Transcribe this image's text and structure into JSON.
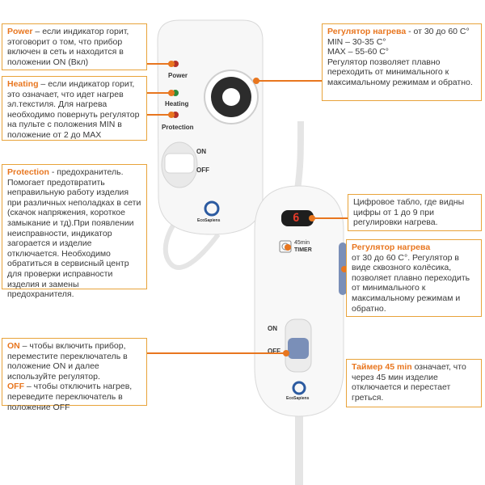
{
  "colors": {
    "accent": "#e8761f",
    "border": "#e8a33a",
    "led_red": "#b3312a",
    "led_green": "#2f8a3a",
    "slider_blue": "#7a8fb8"
  },
  "callouts": {
    "power": {
      "title": "Power",
      "text": " – если индикатор горит, этоговорит о том, что прибор включен в сеть и находится в положении ON (Вкл)"
    },
    "heating": {
      "title": "Heating",
      "text": " – если индикатор горит, это означает, что идет нагрев эл.текстиля. Для нагрева необходимо повернуть регулятор на пульте с положения MIN в положение от 2 до MAX"
    },
    "protection": {
      "title": "Protection",
      "text": " - предохранитель. Помогает предотвратить неправильную работу изделия при различных неполадках в сети (скачок напряжения, короткое замыкание и тд).При появлении неисправности, индикатор загорается и изделие отключается. Необходимо обратиться в сервисный центр для проверки исправности изделия и замены предохранителя."
    },
    "switch": {
      "on_title": "ON",
      "on_text": " – чтобы включить прибор, переместите переключатель в положение ON и далее используйте регулятор.",
      "off_title": "OFF",
      "off_text": " – чтобы отключить нагрев, переведите переключатель в положение OFF"
    },
    "regulator_top": {
      "title": "Регулятор нагрева",
      "text_a": " - от 30 до 60 С°",
      "line1": "MIN – 30-35 С°",
      "line2": "MAX – 55-60 С°",
      "text_b": "Регулятор позволяет плавно переходить от минимального к максимальному режимам и обратно."
    },
    "display": {
      "text": "Цифровое табло, где видны цифры от 1 до 9 при регулировки нагрева."
    },
    "regulator_bottom": {
      "title": "Регулятор нагрева",
      "text": "от 30 до 60 С°. Регулятор в виде сквозного колёсика, позволяет плавно переходить от минимального к максимальному режимам и обратно."
    },
    "timer": {
      "title": "Таймер 45 min",
      "text": " означает, что через 45 мин изделие отключается и перестает греться."
    }
  },
  "device_top": {
    "led_power": "Power",
    "led_heating": "Heating",
    "led_protection": "Protection",
    "on": "ON",
    "off": "OFF",
    "logo": "EcoSapiens"
  },
  "device_bottom": {
    "display_digit": "6",
    "timer_label_a": "45min",
    "timer_label_b": "TIMER",
    "on": "ON",
    "off": "OFF",
    "logo": "EcoSapiens"
  }
}
